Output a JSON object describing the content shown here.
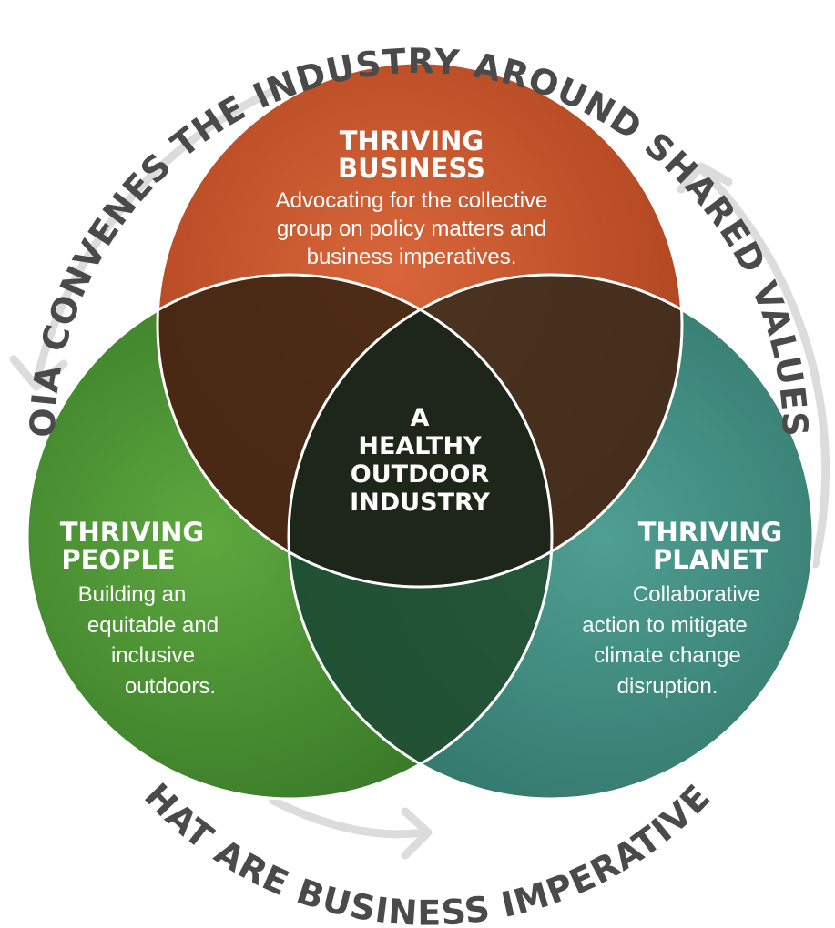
{
  "outer_ring": {
    "top_text": "OIA CONVENES THE INDUSTRY AROUND SHARED VALUES",
    "bottom_text": "THAT ARE BUSINESS IMPERATIVES"
  },
  "circles": {
    "business": {
      "title_1": "THRIVING",
      "title_2": "BUSINESS",
      "body_1": "Advocating for the collective",
      "body_2": "group on policy matters and",
      "body_3": "business imperatives.",
      "color": "#c8542a"
    },
    "people": {
      "title_1": "THRIVING",
      "title_2": "PEOPLE",
      "body_1": "Building an",
      "body_2": "equitable and",
      "body_3": "inclusive",
      "body_4": "outdoors.",
      "color": "#4f9a36"
    },
    "planet": {
      "title_1": "THRIVING",
      "title_2": "PLANET",
      "body_1": "Collaborative",
      "body_2": "action to mitigate",
      "body_3": "climate change",
      "body_4": "disruption.",
      "color": "#3f8f80"
    }
  },
  "center": {
    "line_1": "A",
    "line_2": "HEALTHY",
    "line_3": "OUTDOOR",
    "line_4": "INDUSTRY"
  },
  "colors": {
    "arrow": "#dcdcdc",
    "arc_text": "#4a4a4a",
    "outline": "#ffffff",
    "center_dark": "#1e261a"
  }
}
